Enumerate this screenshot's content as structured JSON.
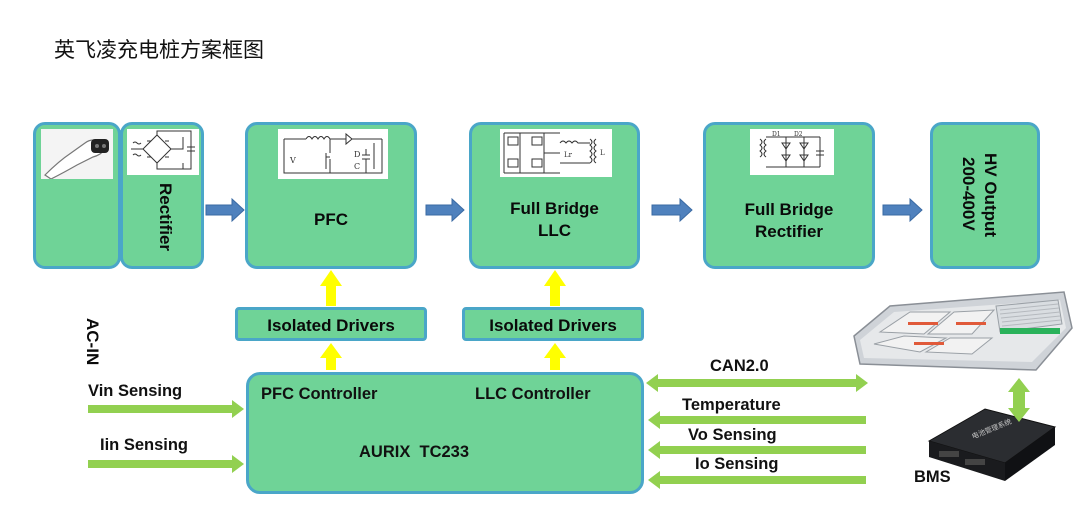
{
  "title": "英飞凌充电桩方案框图",
  "blocks": {
    "ac_in": "AC-IN",
    "rectifier": "Rectifier",
    "pfc": "PFC",
    "llc_line1": "Full Bridge",
    "llc_line2": "LLC",
    "fbr_line1": "Full Bridge",
    "fbr_line2": "Rectifier",
    "hv_line1": "HV Output",
    "hv_line2": "200-400V"
  },
  "drivers": {
    "pfc": "Isolated Drivers",
    "llc": "Isolated Drivers"
  },
  "controller": {
    "pfc": "PFC Controller",
    "llc": "LLC Controller",
    "mcu": "AURIX  TC233"
  },
  "inputs": {
    "vin": "Vin Sensing",
    "iin": "Iin Sensing"
  },
  "signals": {
    "can": "CAN2.0",
    "temp": "Temperature",
    "vo": "Vo Sensing",
    "io": "Io Sensing"
  },
  "bms": "BMS",
  "colors": {
    "block_fill": "#6fd397",
    "block_border": "#4aa6c8",
    "yellow_arrow": "#ffff00",
    "green_arrow": "#92d050",
    "blue_arrow": "#4f81bd"
  }
}
